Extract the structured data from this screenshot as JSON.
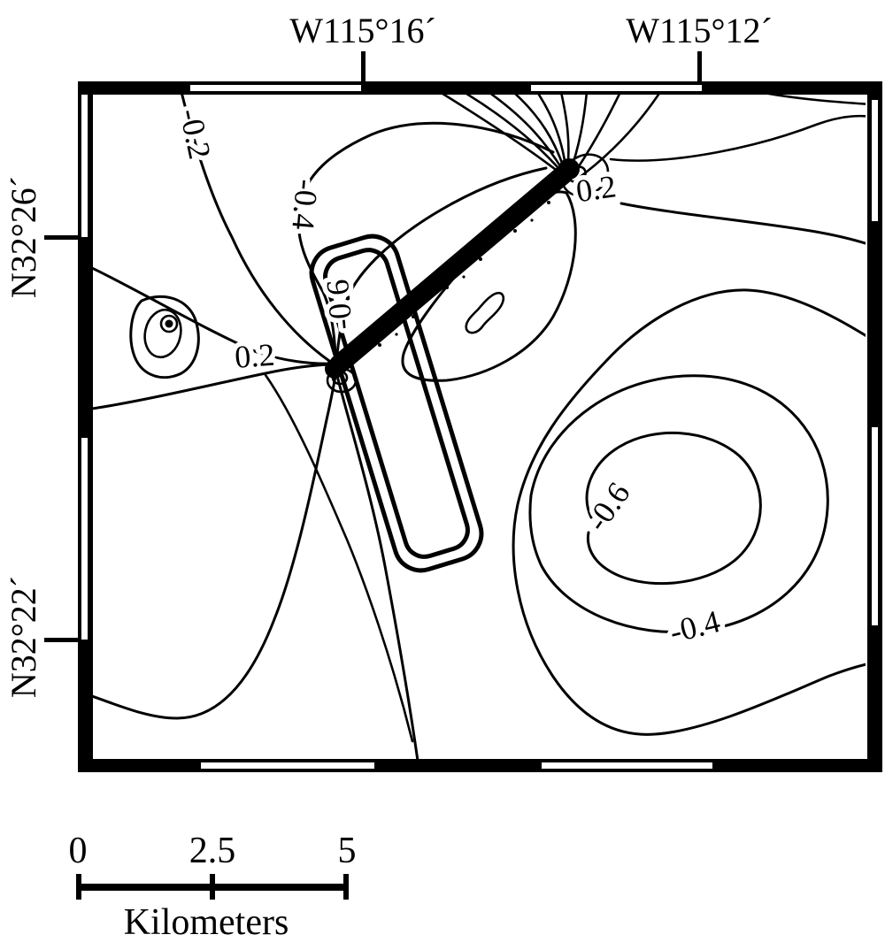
{
  "figure": {
    "kind": "contour map",
    "ink_color": "#000000",
    "paper_color": "#ffffff",
    "contour_levels_labeled": [
      -0.6,
      -0.4,
      -0.2,
      0.2
    ]
  },
  "longitude_ticks": [
    {
      "label": "W115°16´"
    },
    {
      "label": "W115°12´"
    }
  ],
  "latitude_ticks": [
    {
      "label": "N32°26´"
    },
    {
      "label": "N32°22´"
    }
  ],
  "contour_labels": [
    {
      "text": "-0.2",
      "location": "upper left"
    },
    {
      "text": "-0.4",
      "location": "left of fault trace"
    },
    {
      "text": "-0.6",
      "location": "at survey loop, left of fault"
    },
    {
      "text": "0.2",
      "location": "west of fault southwest tip"
    },
    {
      "text": "0.2",
      "location": "east of fault northeast tip"
    },
    {
      "text": "-0.6",
      "location": "southeast depression, inner ring"
    },
    {
      "text": "-0.4",
      "location": "southeast depression, outer ring"
    }
  ],
  "scale_bar": {
    "tick_labels": [
      "0",
      "2.5",
      "5"
    ],
    "unit_label": "Kilometers"
  }
}
